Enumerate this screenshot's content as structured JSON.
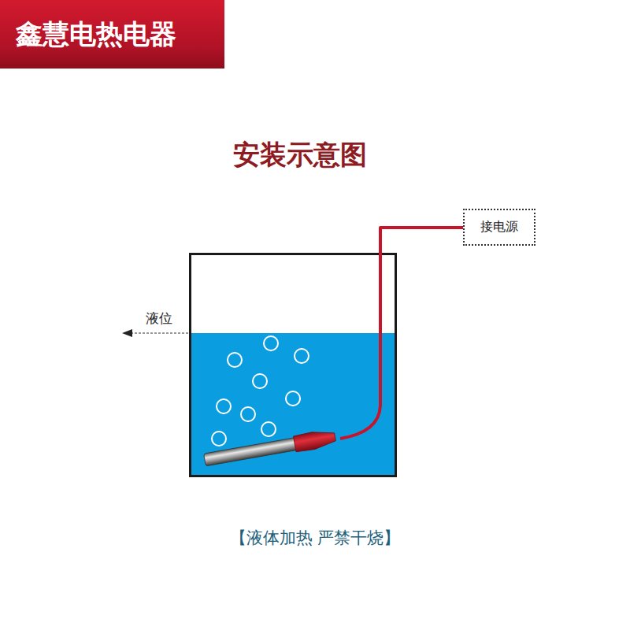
{
  "diagram": {
    "title": "安装示意图",
    "caption": "【液体加热 严禁干烧】",
    "nodes": [
      {
        "text": [
          "鑫慧电热电器"
        ]
      },
      {
        "text": [
          "接电源"
        ]
      }
    ],
    "labels": [
      "液位"
    ]
  }
}
